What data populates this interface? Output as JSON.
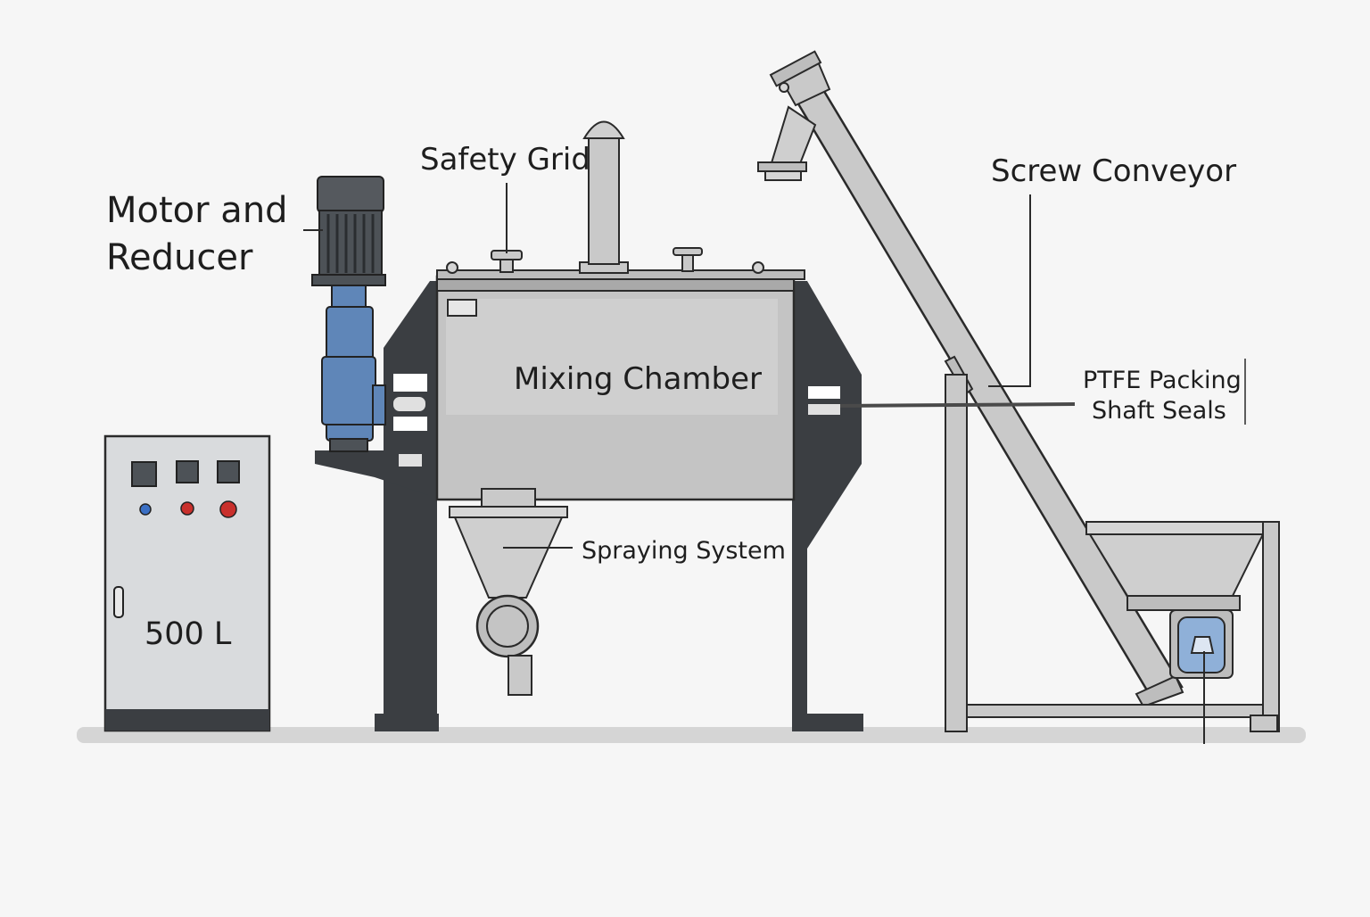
{
  "labels": {
    "motor_line1": "Motor and",
    "motor_line2": "Reducer",
    "safety_grid": "Safety Grid",
    "screw_conveyor": "Screw Conveyor",
    "ptfe_line1": "PTFE Packing",
    "ptfe_line2": "Shaft Seals",
    "mixing_chamber": "Mixing Chamber",
    "spraying_system": "Spraying System",
    "capacity": "500 L"
  },
  "colors": {
    "background": "#f6f6f6",
    "steel": "#bdbdbd",
    "steel_light": "#d6d6d6",
    "frame_dark": "#3b3e42",
    "motor_blue": "#5f86b8",
    "motor_dark": "#4d5257",
    "cabinet": "#d9dbdd",
    "indicator_blue": "#3a6fc4",
    "indicator_red": "#c9302c"
  }
}
